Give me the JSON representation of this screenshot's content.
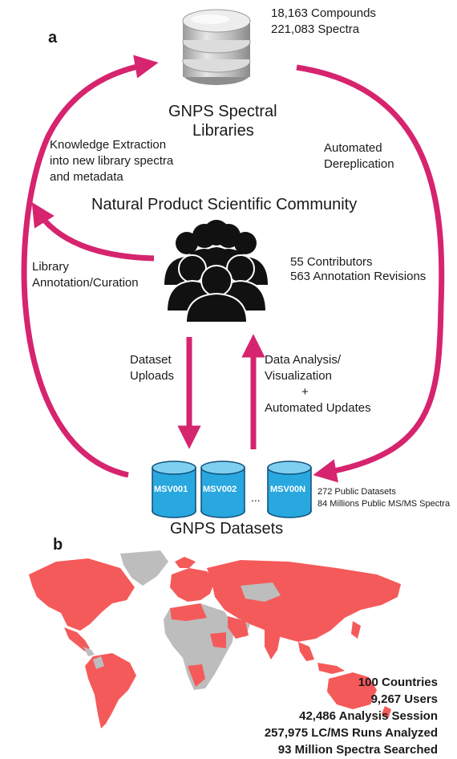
{
  "panel_a_label": "a",
  "panel_b_label": "b",
  "libraries": {
    "title_line1": "GNPS Spectral",
    "title_line2": "Libraries",
    "stat1": "18,163 Compounds",
    "stat2": "221,083 Spectra"
  },
  "community": {
    "title": "Natural Product Scientific Community",
    "stat1": "55 Contributors",
    "stat2": "563 Annotation Revisions"
  },
  "labels": {
    "knowledge1": "Knowledge Extraction",
    "knowledge2": "into new library spectra",
    "knowledge3": "and metadata",
    "dereplication1": "Automated",
    "dereplication2": "Dereplication",
    "curation1": "Library",
    "curation2": "Annotation/Curation",
    "uploads1": "Dataset",
    "uploads2": "Uploads",
    "analysis1": "Data Analysis/",
    "analysis2": "Visualization",
    "analysis3": "+",
    "analysis4": "Automated Updates"
  },
  "datasets": {
    "title": "GNPS Datasets",
    "cylinders": [
      "MSV001",
      "MSV002",
      "MSV00N"
    ],
    "ellipsis": "...",
    "stat1": "272 Public Datasets",
    "stat2": "84 Millions Public MS/MS Spectra"
  },
  "map_stats": [
    "100 Countries",
    "9,267 Users",
    "42,486 Analysis Session",
    "257,975 LC/MS Runs Analyzed",
    "93 Million Spectra Searched"
  ],
  "colors": {
    "arrow": "#d6246e",
    "cylinder": "#29a7df",
    "map_user": "#f55a5a",
    "map_other": "#bdbdbd",
    "people": "#111111"
  }
}
